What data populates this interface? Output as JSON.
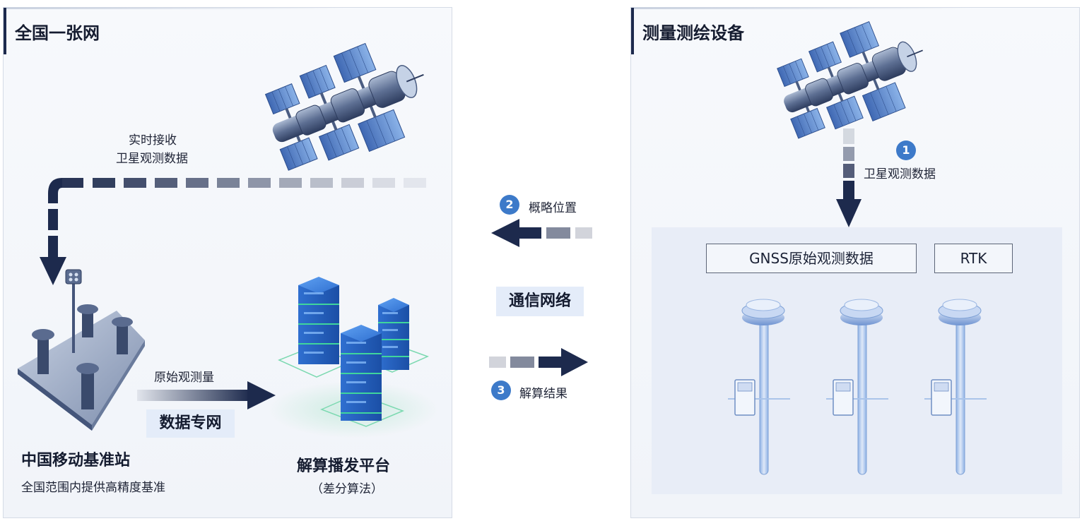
{
  "left_panel": {
    "title": "全国一张网",
    "realtime_label_line1": "实时接收",
    "realtime_label_line2": "卫星观测数据",
    "raw_label": "原始观测量",
    "private_network": "数据专网",
    "station_title": "中国移动基准站",
    "station_desc": "全国范围内提供高精度基准",
    "platform_title": "解算播发平台",
    "platform_desc": "（差分算法）"
  },
  "middle": {
    "step2_num": "2",
    "step2_label": "概略位置",
    "network_label": "通信网络",
    "step3_num": "3",
    "step3_label": "解算结果"
  },
  "right_panel": {
    "title": "测量测绘设备",
    "step1_num": "1",
    "step1_label": "卫星观测数据",
    "gnss_label": "GNSS原始观测数据",
    "rtk_label": "RTK"
  },
  "colors": {
    "navy": "#1d2a4d",
    "accent_blue": "#3d7ac9",
    "highlight_bg": "#e4ecf9",
    "server_green": "#3fd59c"
  }
}
